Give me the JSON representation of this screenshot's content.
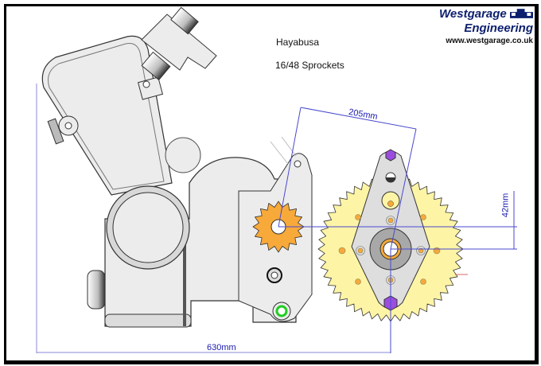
{
  "logo": {
    "line1": "Westgarage",
    "line2": "Engineering",
    "url": "www.westgarage.co.uk",
    "icon": "race-car-icon",
    "color": "#0c1f6e"
  },
  "titles": {
    "engine": "Hayabusa",
    "sprockets": "16/48 Sprockets"
  },
  "dimensions": {
    "center_distance": "205mm",
    "vertical_offset": "42mm",
    "overall_length": "630mm"
  },
  "colors": {
    "dimension_line": "#4a4ad0",
    "front_sprocket": "#f7a93a",
    "rear_sprocket": "#fdf4a6",
    "bolt": "#9b4de0",
    "green_bushing": "#22cc22",
    "part_fill": "#ececec"
  },
  "parts": {
    "front_sprocket_teeth": 16,
    "rear_sprocket_teeth": 48
  }
}
